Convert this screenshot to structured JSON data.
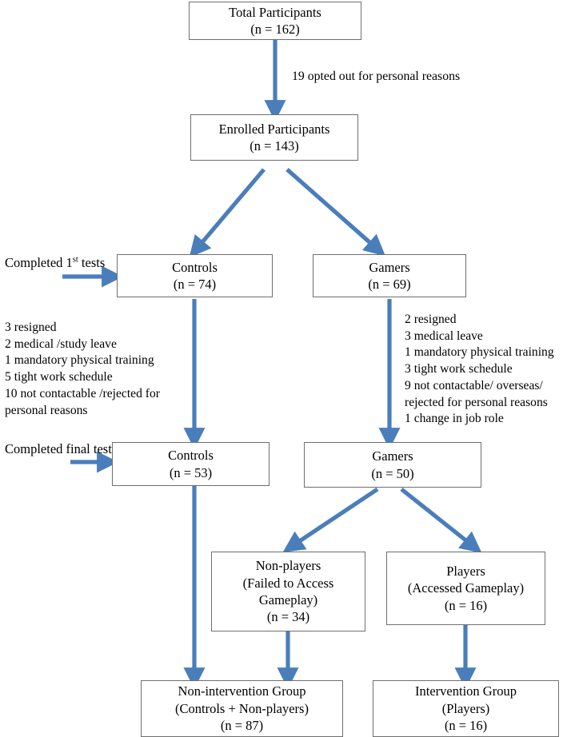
{
  "diagram": {
    "title": "Participant flow diagram",
    "colors": {
      "arrow": "#4a7ebb",
      "box_border": "#6f6f6f",
      "background": "#ffffff",
      "text": "#000000"
    },
    "nodes": {
      "total_participants": {
        "label": "Total Participants",
        "count_label": "(n = 162)",
        "n": 162
      },
      "enrolled_participants": {
        "label": "Enrolled Participants",
        "count_label": "(n = 143)",
        "n": 143
      },
      "controls_first": {
        "label": "Controls",
        "count_label": "(n = 74)",
        "n": 74
      },
      "gamers_first": {
        "label": "Gamers",
        "count_label": "(n = 69)",
        "n": 69
      },
      "controls_final": {
        "label": "Controls",
        "count_label": "(n = 53)",
        "n": 53
      },
      "gamers_final": {
        "label": "Gamers",
        "count_label": "(n = 50)",
        "n": 50
      },
      "non_players": {
        "label": "Non-players",
        "sub_line_1": "(Failed to Access",
        "sub_line_2": "Gameplay)",
        "count_label": "(n = 34)",
        "n": 34
      },
      "players": {
        "label": "Players",
        "sub_line_1": "(Accessed Gameplay)",
        "count_label": "(n = 16)",
        "n": 16
      },
      "non_intervention_group": {
        "label": "Non-intervention Group",
        "sub_line_1": "(Controls + Non-players)",
        "count_label": "(n = 87)",
        "n": 87
      },
      "intervention_group": {
        "label": "Intervention Group",
        "sub_line_1": "(Players)",
        "count_label": "(n = 16)",
        "n": 16
      }
    },
    "edge_captions": {
      "opted_out": "19 opted out for personal reasons"
    },
    "side_labels": {
      "completed_first_tests_line1": "Completed",
      "completed_first_tests_line2_pre": "1",
      "completed_first_tests_line2_sup": "st",
      "completed_first_tests_line2_post": " tests",
      "completed_final_tests_line1": "Completed",
      "completed_final_tests_line2": "final tests"
    },
    "dropouts_controls": {
      "lines": [
        "3 resigned",
        "2 medical /study leave",
        "1 mandatory physical training",
        "5 tight work schedule",
        "10 not contactable /rejected for",
        "personal reasons"
      ]
    },
    "dropouts_gamers": {
      "lines": [
        "2 resigned",
        "3 medical leave",
        "1 mandatory physical training",
        "3 tight work schedule",
        "9 not contactable/ overseas/",
        "rejected for personal reasons",
        "1 change in job role"
      ]
    }
  }
}
